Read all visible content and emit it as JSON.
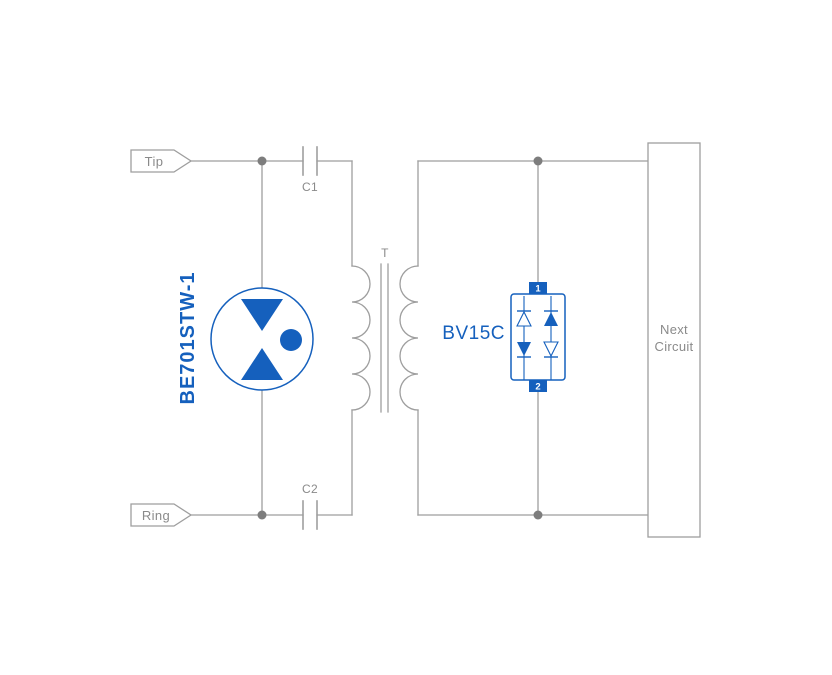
{
  "colors": {
    "accent_blue": "#1560bd",
    "wire_gray": "#9e9e9e",
    "text_gray": "#8a8a8a",
    "dot_gray": "#7d7d7d"
  },
  "labels": {
    "tip": "Tip",
    "ring": "Ring",
    "c1": "C1",
    "c2": "C2",
    "transformer_t": "T",
    "surge_protector": "BE701STW-1",
    "bridge_rectifier": "BV15C",
    "pin1": "1",
    "pin2": "2",
    "next_circuit": {
      "line1": "Next",
      "line2": "Circuit"
    }
  }
}
